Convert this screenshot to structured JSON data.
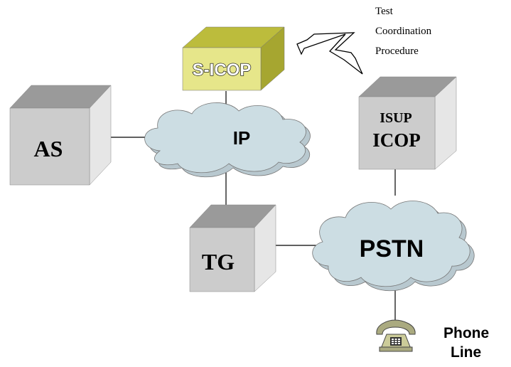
{
  "annotation": {
    "line1": "Test",
    "line2": "Coordination",
    "line3": "Procedure"
  },
  "nodes": {
    "sicop": "S-ICOP",
    "as": "AS",
    "isup": "ISUP",
    "icop": "ICOP",
    "tg": "TG",
    "ip": "IP",
    "pstn": "PSTN"
  },
  "phone": {
    "line1": "Phone",
    "line2": "Line"
  },
  "colors": {
    "sicop_front": "#e6e68a",
    "sicop_top": "#bcbc3c",
    "sicop_side": "#a6a630",
    "box_front": "#cccccc",
    "box_top": "#9a9a9a",
    "box_side": "#e6e6e6",
    "cloud": "#ccdde3",
    "phone_body": "#cccc99"
  }
}
